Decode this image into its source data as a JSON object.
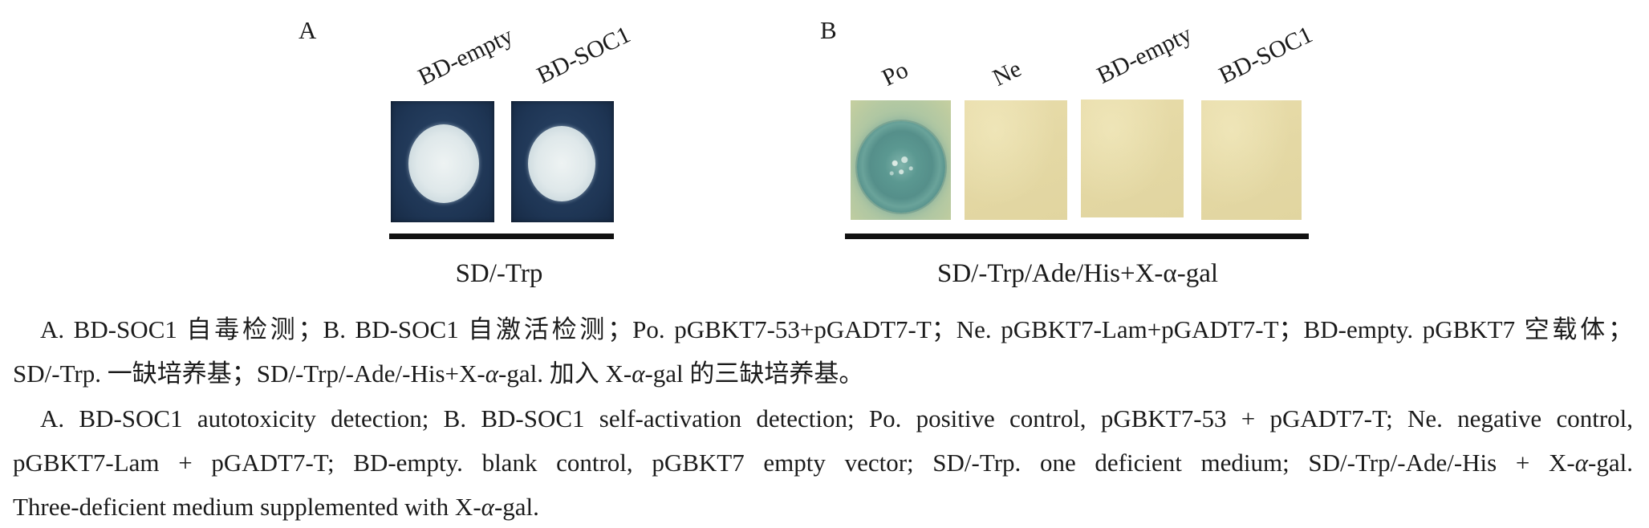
{
  "panel_a": {
    "label": "A",
    "columns": [
      "BD-empty",
      "BD-SOC1"
    ],
    "medium": "SD/-Trp"
  },
  "panel_b": {
    "label": "B",
    "columns": [
      "Po",
      "Ne",
      "BD-empty",
      "BD-SOC1"
    ],
    "medium": "SD/-Trp/Ade/His+X-α-gal"
  },
  "caption": {
    "zh_lines": [
      "A. BD-SOC1 自毒检测；B. BD-SOC1 自激活检测；Po. pGBKT7-53+pGADT7-T；Ne. pGBKT7-Lam+pGADT7-T；BD-empty. pGBKT7 空载体；",
      "SD/-Trp. 一缺培养基；SD/-Trp/-Ade/-His+X-α-gal. 加入 X-α-gal 的三缺培养基。"
    ],
    "en_lines": [
      "A. BD-SOC1 autotoxicity detection; B. BD-SOC1 self-activation detection; Po. positive control, pGBKT7-53 + pGADT7-T; Ne. negative control,",
      "pGBKT7-Lam + pGADT7-T; BD-empty. blank control, pGBKT7 empty vector; SD/-Trp. one deficient medium; SD/-Trp/-Ade/-His + X-α-gal.",
      "Three-deficient medium supplemented with X-α-gal."
    ]
  },
  "colors": {
    "dark_plate": "#1e3554",
    "white_colony": "#dfe8ea",
    "yellow_plate": "#e4d8a4",
    "green_plate": "#b3c8a2",
    "blue_colony": "#5b9891",
    "bar": "#111111"
  }
}
